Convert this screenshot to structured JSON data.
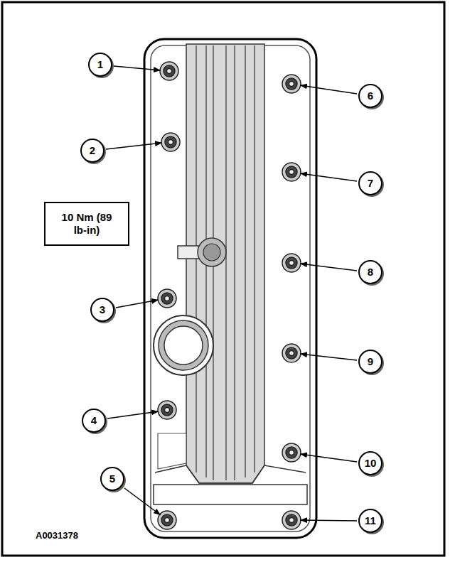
{
  "diagram": {
    "nodes": [
      {
        "text": [
          "1"
        ]
      },
      {
        "text": [
          "2"
        ]
      },
      {
        "text": [
          "3"
        ]
      },
      {
        "text": [
          "4"
        ]
      },
      {
        "text": [
          "5"
        ]
      },
      {
        "text": [
          "6"
        ]
      },
      {
        "text": [
          "7"
        ]
      },
      {
        "text": [
          "8"
        ]
      },
      {
        "text": [
          "9"
        ]
      },
      {
        "text": [
          "10"
        ]
      },
      {
        "text": [
          "11"
        ]
      },
      {
        "text": [
          "10 Nm (89 lb-in)"
        ]
      }
    ],
    "labels": [
      "A0031378"
    ]
  }
}
